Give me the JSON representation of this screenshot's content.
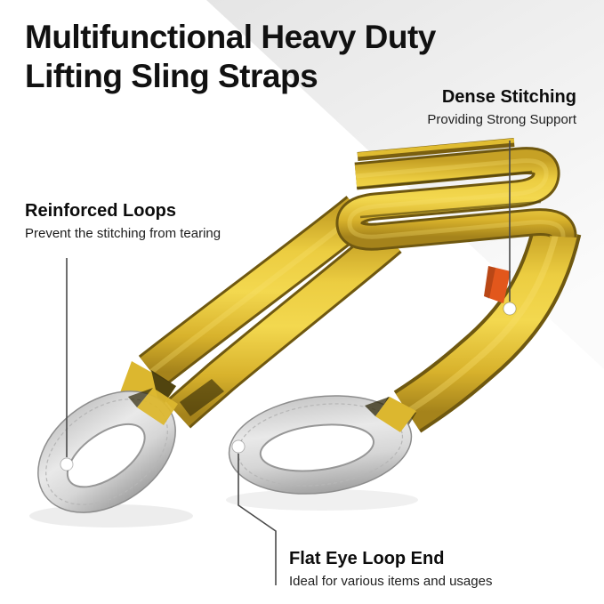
{
  "colors": {
    "textDark": "#111111",
    "lineGray": "#4a4a4a",
    "tagOrange": "#e2571c",
    "strapYellow": "#e8c838",
    "strapEdge": "#6f5810",
    "sleeveGray": "#d4d4d4",
    "bgWedge": "#e6e6e6"
  },
  "title": {
    "line1": "Multifunctional Heavy Duty",
    "line2": "Lifting Sling Straps"
  },
  "callouts": {
    "dense": {
      "title": "Dense Stitching",
      "subtitle": "Providing Strong Support"
    },
    "reinforced": {
      "title": "Reinforced Loops",
      "subtitle": "Prevent the stitching from tearing"
    },
    "flat_eye": {
      "title": "Flat Eye Loop End",
      "subtitle": "Ideal for various items and usages"
    }
  }
}
